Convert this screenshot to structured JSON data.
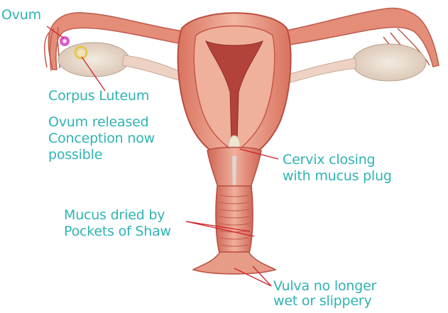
{
  "labels": {
    "ovum": "Ovum",
    "corpus_luteum": "Corpus Luteum",
    "ovum_released": [
      "Ovum released",
      "Conception now",
      "possible"
    ],
    "cervix": [
      "Cervix closing",
      "with mucus plug"
    ],
    "mucus": [
      "Mucus dried by",
      "Pockets of Shaw"
    ],
    "vulva": [
      "Vulva no longer",
      "wet or slippery"
    ]
  },
  "colors": {
    "label_text": "#2fb3b3",
    "leader_lines": "#d0212a",
    "tissue": "#e99a85",
    "tissue_dark": "#c9564a",
    "ovary": "#e8ddd0",
    "ovum": "#d65bc9",
    "corpus_luteum": "#e6c84a"
  }
}
